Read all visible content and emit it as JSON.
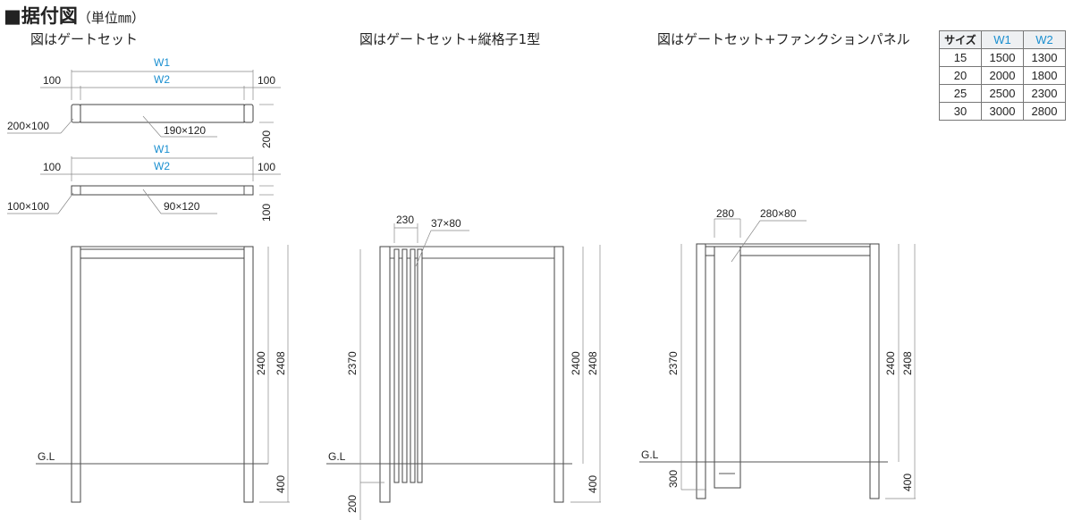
{
  "title": "■据付図",
  "unit": "（単位㎜）",
  "captions": [
    "図はゲートセット",
    "図はゲートセット+縦格子1型",
    "図はゲートセット+ファンクションパネル"
  ],
  "plan": {
    "w1": "W1",
    "w2": "W2",
    "side": "100",
    "top_post": "200×100",
    "top_beam": "190×120",
    "top_depth": "200",
    "bottom_post": "100×100",
    "bottom_beam": "90×120",
    "bottom_depth": "100"
  },
  "elev": {
    "gl": "G.L",
    "h2400": "2400",
    "h2408": "2408",
    "h400": "400",
    "h2370": "2370",
    "h200": "200",
    "h300": "300",
    "slat_w": "230",
    "slat_size": "37×80",
    "panel_w": "280",
    "panel_size": "280×80"
  },
  "table": {
    "headers": [
      "サイズ",
      "W1",
      "W2"
    ],
    "rows": [
      [
        "15",
        "1500",
        "1300"
      ],
      [
        "20",
        "2000",
        "1800"
      ],
      [
        "25",
        "2500",
        "2300"
      ],
      [
        "30",
        "3000",
        "2800"
      ]
    ]
  }
}
